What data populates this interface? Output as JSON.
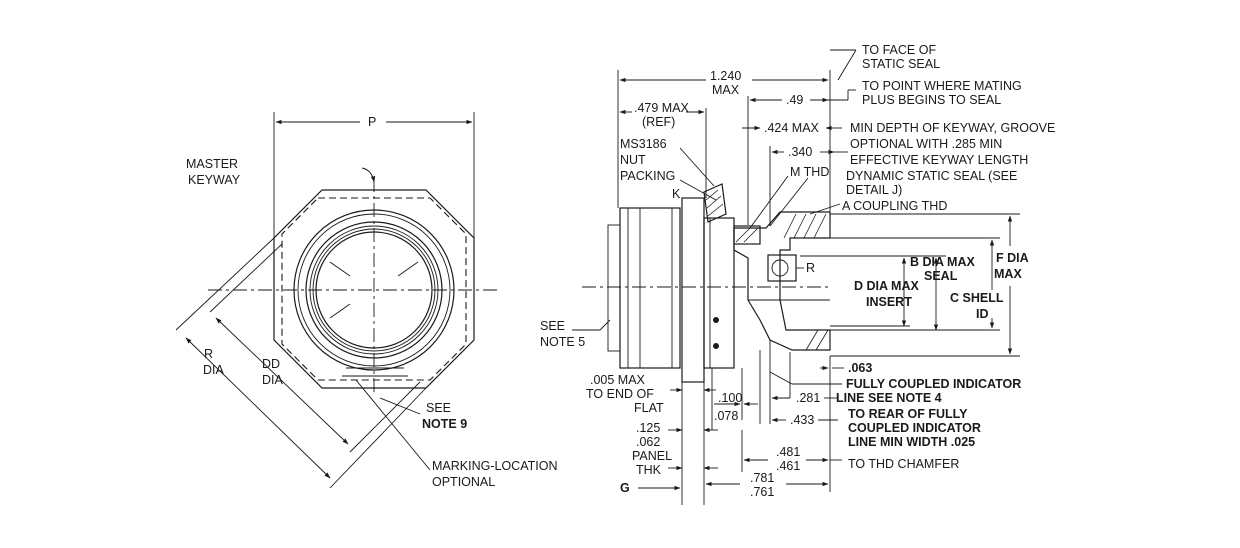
{
  "left_view": {
    "master_keyway": [
      "MASTER",
      "KEYWAY"
    ],
    "dim_p": "P",
    "dim_r": [
      "R",
      "DIA"
    ],
    "dim_dd": [
      "DD",
      "DIA"
    ],
    "see_note_9": [
      "SEE",
      "NOTE 9"
    ],
    "marking": [
      "MARKING-LOCATION",
      "OPTIONAL"
    ]
  },
  "right_view": {
    "to_face": [
      "TO FACE OF",
      "STATIC SEAL"
    ],
    "max_1240": [
      "1.240",
      "MAX"
    ],
    "to_point": [
      "TO POINT WHERE MATING",
      "PLUS BEGINS TO SEAL"
    ],
    "d479": [
      ".479 MAX",
      "(REF)"
    ],
    "d49": ".49",
    "d424": ".424 MAX",
    "min_depth": [
      "MIN DEPTH OF KEYWAY, GROOVE",
      "OPTIONAL WITH .285 MIN",
      "EFFECTIVE KEYWAY LENGTH"
    ],
    "d340": ".340",
    "ms3186": [
      "MS3186",
      "NUT",
      "PACKING"
    ],
    "m_thd": "M THD",
    "dyn_seal": [
      "DYNAMIC STATIC SEAL (SEE",
      "DETAIL J)"
    ],
    "k": "K",
    "a_coupling": "A COUPLING THD",
    "b_dia": [
      "B DIA MAX",
      "SEAL"
    ],
    "f_dia": [
      "F DIA",
      "MAX"
    ],
    "r_lbl": "R",
    "d_dia": [
      "D DIA MAX",
      "INSERT"
    ],
    "c_shell": [
      "C SHELL",
      "ID"
    ],
    "see_note_5": [
      "SEE",
      "NOTE 5"
    ],
    "d063": ".063",
    "fully_coupled": "FULLY COUPLED INDICATOR",
    "d005": [
      ".005 MAX",
      "TO END OF",
      "FLAT"
    ],
    "d100": ".100",
    "d281": ".281",
    "line_note4": "LINE SEE NOTE 4",
    "d078": ".078",
    "d433": ".433",
    "to_rear": [
      "TO REAR OF FULLY",
      "COUPLED INDICATOR",
      "LINE MIN WIDTH .025"
    ],
    "panel": [
      ".125",
      ".062",
      "PANEL",
      "THK"
    ],
    "d481": [
      ".481",
      ".461"
    ],
    "thd_chamfer": "TO THD CHAMFER",
    "g": "G",
    "d781": [
      ".781",
      ".761"
    ]
  }
}
